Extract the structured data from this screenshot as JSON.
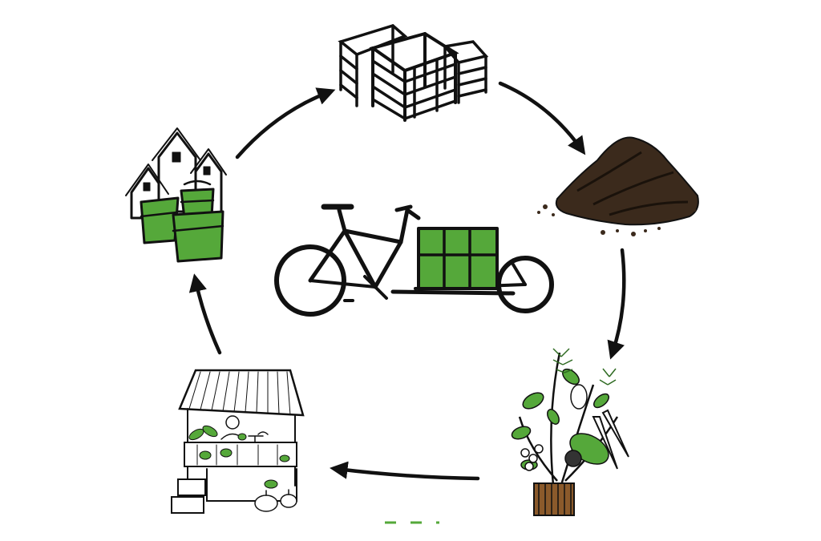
{
  "diagram": {
    "type": "cycle",
    "stages": [
      {
        "name": "cargo-bike",
        "icon": "cargo-bike-icon"
      },
      {
        "name": "compost-bins",
        "icon": "compost-bins-icon"
      },
      {
        "name": "compost-pile",
        "icon": "soil-pile-icon"
      },
      {
        "name": "vegetables",
        "icon": "vegetable-plants-icon"
      },
      {
        "name": "market-stall",
        "icon": "market-stall-icon"
      },
      {
        "name": "households",
        "icon": "houses-with-bins-icon"
      }
    ],
    "colors": {
      "accent_green": "#55a83a",
      "soil": "#3b2a1c",
      "ink": "#111111",
      "planter_wood": "#8b5a2b"
    }
  }
}
